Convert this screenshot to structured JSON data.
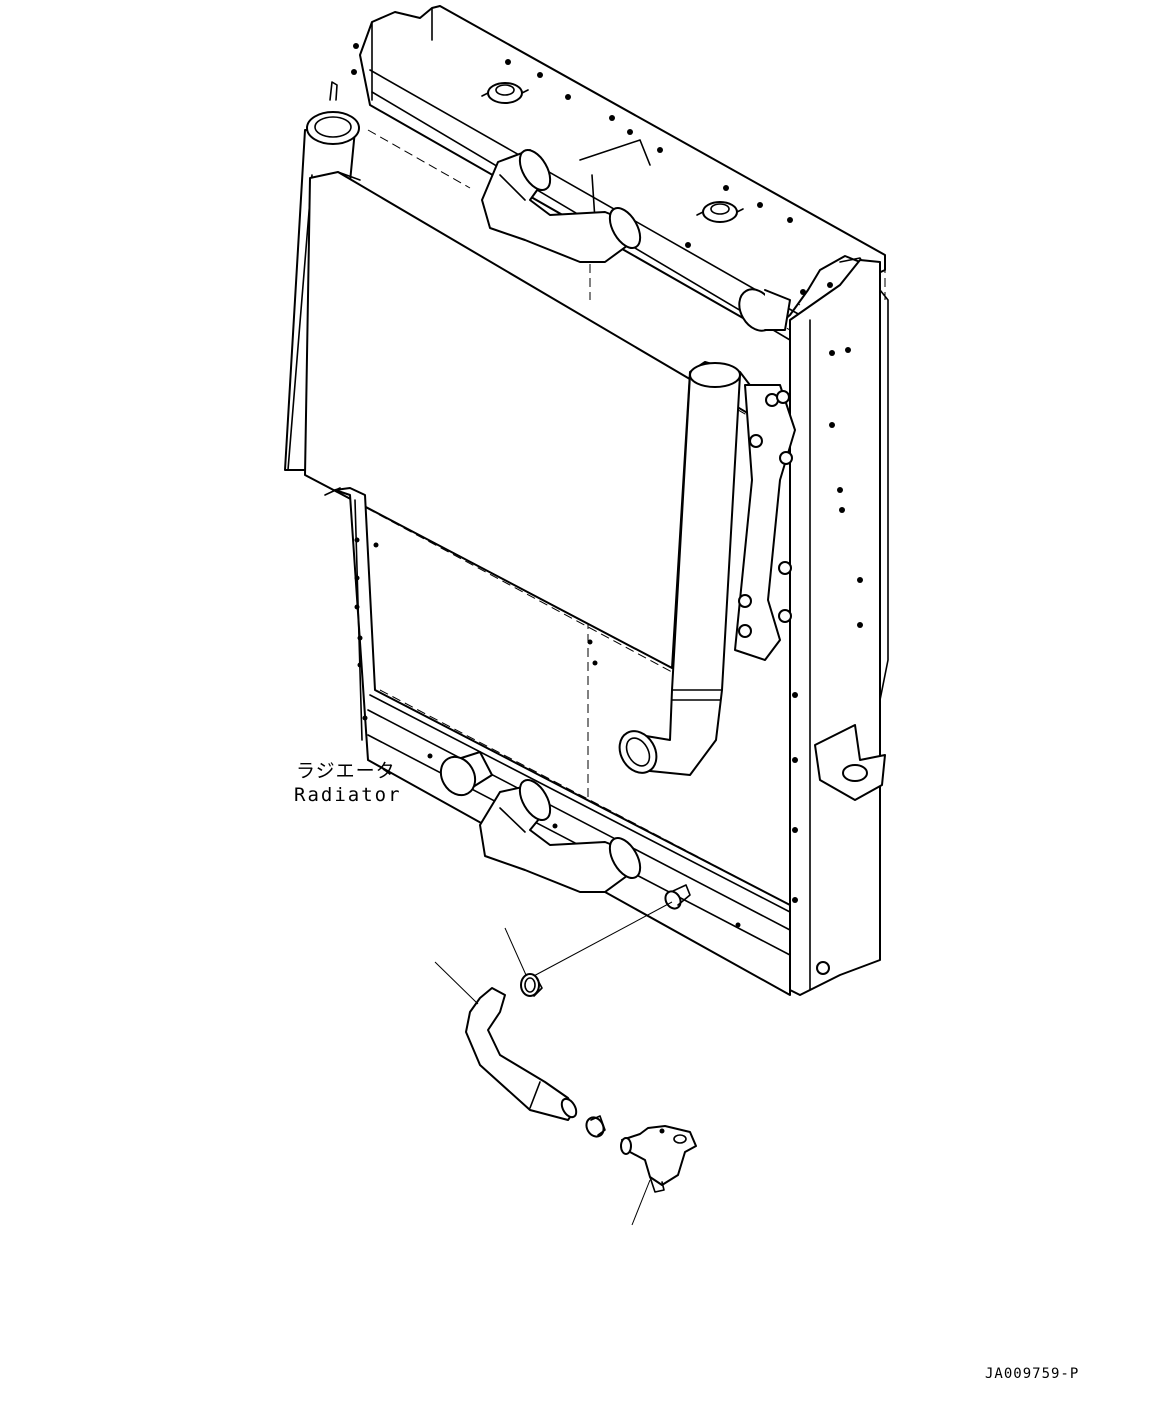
{
  "labels": {
    "radiator_jp": "ラジエータ",
    "radiator_en": "Radiator"
  },
  "drawing_number": "JA009759-P"
}
